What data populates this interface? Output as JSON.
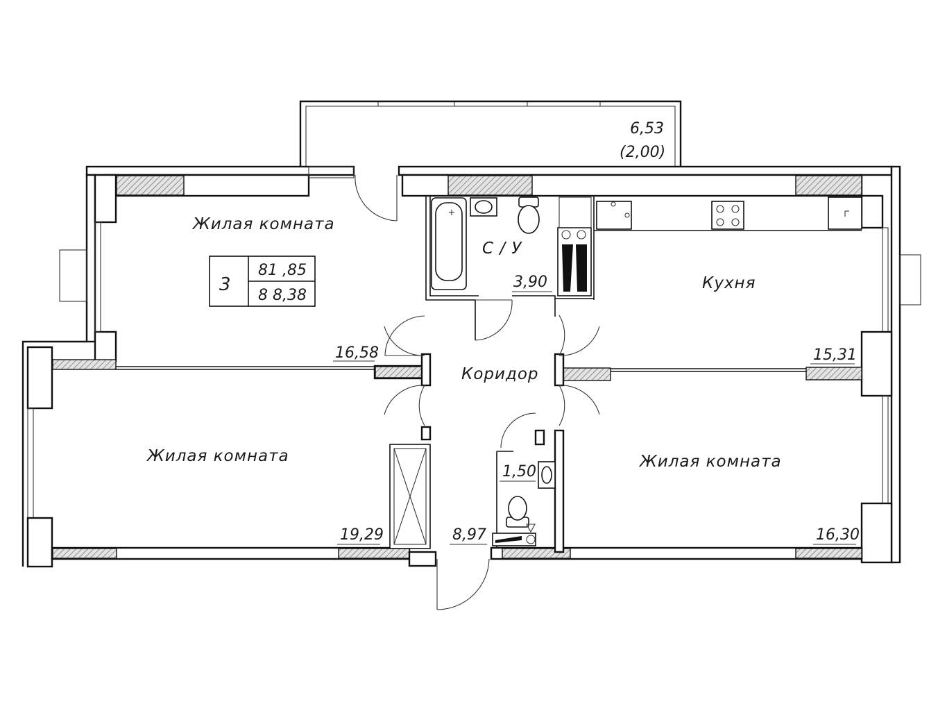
{
  "balcony": {
    "area": "6,53",
    "area_reduced": "(2,00)"
  },
  "summary": {
    "rooms": "3",
    "living_area": "81 ,85",
    "total_area": "8 8,38"
  },
  "rooms": {
    "living_top_left": {
      "name": "Жилая комната",
      "area": "16,58"
    },
    "bathroom": {
      "name": "С / У",
      "area": "3,90"
    },
    "kitchen": {
      "name": "Кухня",
      "area": "15,31"
    },
    "corridor": {
      "name": "Коридор",
      "area": "8,97"
    },
    "living_bottom_left": {
      "name": "Жилая комната",
      "area": "19,29"
    },
    "toilet": {
      "area": "1,50"
    },
    "living_bottom_right": {
      "name": "Жилая комната",
      "area": "16,30"
    }
  },
  "colors": {
    "line": "#111111",
    "background": "#ffffff"
  }
}
